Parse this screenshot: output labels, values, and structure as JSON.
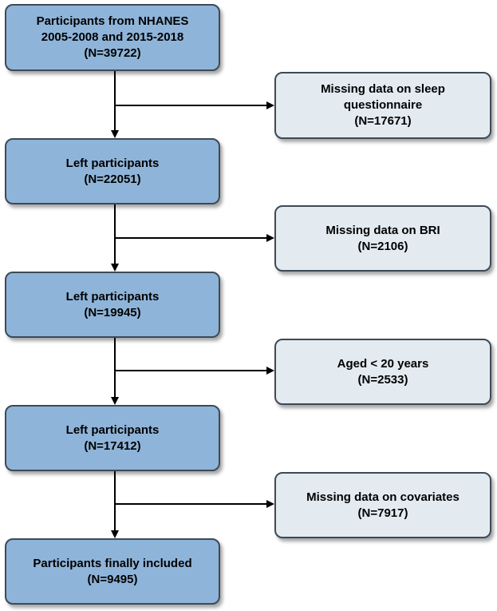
{
  "colors": {
    "main_box_fill": "#8fb4d9",
    "side_box_fill": "#e3ebf1",
    "box_border": "#3d4a57",
    "connector": "#000000"
  },
  "main_steps": [
    {
      "lines": [
        "Participants from NHANES",
        "2005-2008 and 2015-2018",
        "(N=39722)"
      ]
    },
    {
      "lines": [
        "Left participants",
        "(N=22051)"
      ]
    },
    {
      "lines": [
        "Left participants",
        "(N=19945)"
      ]
    },
    {
      "lines": [
        "Left participants",
        "(N=17412)"
      ]
    },
    {
      "lines": [
        "Participants finally included",
        "(N=9495)"
      ]
    }
  ],
  "exclusions": [
    {
      "lines": [
        "Missing data on sleep",
        "questionnaire",
        "(N=17671)"
      ]
    },
    {
      "lines": [
        "Missing data on BRI",
        "(N=2106)"
      ]
    },
    {
      "lines": [
        "Aged < 20 years",
        "(N=2533)"
      ]
    },
    {
      "lines": [
        "Missing data on covariates",
        "(N=7917)"
      ]
    }
  ]
}
